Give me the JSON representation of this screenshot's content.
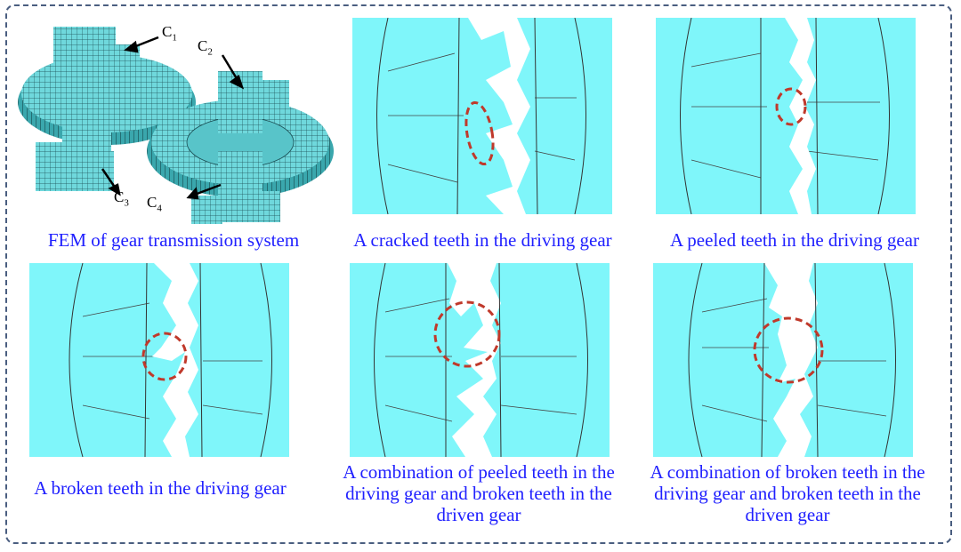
{
  "figure": {
    "captions": {
      "fem": "FEM of gear transmission system",
      "cracked": "A cracked teeth in the driving gear",
      "peeled": "A peeled teeth in the driving gear",
      "broken": "A broken teeth in the driving gear",
      "peeled_broken": "A combination of peeled teeth in the driving gear and broken teeth in the driven gear",
      "broken_broken": "A combination of broken teeth in the driving gear and broken teeth in the driven gear"
    },
    "labels": {
      "c1": "C",
      "c1_sub": "1",
      "c2": "C",
      "c2_sub": "2",
      "c3": "C",
      "c3_sub": "3",
      "c4": "C",
      "c4_sub": "4"
    },
    "colors": {
      "mesh_fill": "#7ff6fa",
      "highlight": "#c0392b",
      "caption": "#2020ff",
      "frame": "#4a5e80"
    }
  }
}
